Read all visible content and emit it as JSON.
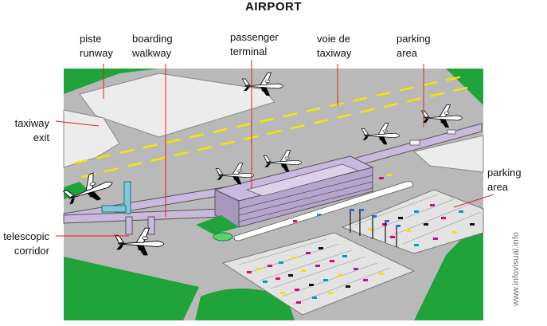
{
  "title": "AIRPORT",
  "labels": {
    "runway": [
      "piste",
      "runway"
    ],
    "boarding_walkway": [
      "boarding",
      "walkway"
    ],
    "passenger_terminal": [
      "passenger",
      "terminal"
    ],
    "taxiway": [
      "voie de",
      "taxiway"
    ],
    "parking_area_top": [
      "parking",
      "area"
    ],
    "taxiway_exit": [
      "taxiway",
      "exit"
    ],
    "parking_area_right": [
      "parking",
      "area"
    ],
    "telescopic_corridor": [
      "telescopic",
      "corridor"
    ]
  },
  "credit": "www.infovisual.info",
  "colors": {
    "grass": "#1fa33a",
    "tarmac": "#b9b9b9",
    "pad": "#ececec",
    "terminal": "#c9b9dc",
    "leader": "#e02020",
    "stripe": "#f2e600"
  }
}
